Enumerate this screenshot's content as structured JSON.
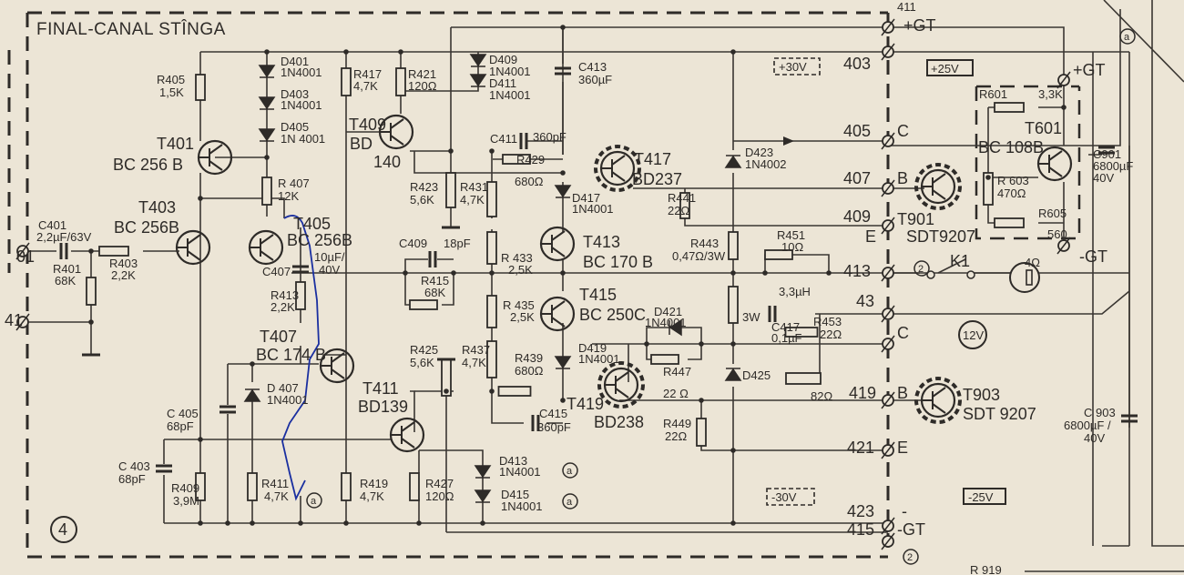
{
  "title": "FINAL-CANAL STÎNGA",
  "block_number": "4",
  "components": {
    "R405": {
      "ref": "R405",
      "value": "1,5K"
    },
    "D401": {
      "ref": "D401",
      "value": "1N4001"
    },
    "D403": {
      "ref": "D403",
      "value": "1N4001"
    },
    "D405": {
      "ref": "D405",
      "value": "1N 4001"
    },
    "R417": {
      "ref": "R417",
      "value": "4,7K"
    },
    "R421": {
      "ref": "R421",
      "value": "120Ω"
    },
    "D409": {
      "ref": "D409",
      "value": "1N4001"
    },
    "D411": {
      "ref": "D411",
      "value": "1N4001"
    },
    "C413": {
      "ref": "C413",
      "value": "360µF"
    },
    "T401": {
      "ref": "T401",
      "value": "BC 256 B"
    },
    "T409": {
      "ref": "T409",
      "value": "BD",
      "value2": "140"
    },
    "C411": {
      "ref": "C411",
      "value": "360pF"
    },
    "R429": {
      "ref": "R429",
      "value": "680Ω"
    },
    "T417": {
      "ref": "T417",
      "value": "BD237"
    },
    "D417": {
      "ref": "D417",
      "value": "1N4001"
    },
    "R423": {
      "ref": "R423",
      "value": "5,6K"
    },
    "R431": {
      "ref": "R431",
      "value": "4,7K"
    },
    "R407": {
      "ref": "R 407",
      "value": "12K"
    },
    "D423": {
      "ref": "D423",
      "value": "1N4002"
    },
    "R441": {
      "ref": "R441",
      "value": "22Ω"
    },
    "T403": {
      "ref": "T403",
      "value": "BC 256B"
    },
    "T405": {
      "ref": "T405",
      "value": "BC 256B"
    },
    "C401": {
      "ref": "C401",
      "value": "2,2µF/63V"
    },
    "R403": {
      "ref": "R403",
      "value": "2,2K"
    },
    "R401": {
      "ref": "R401",
      "value": "68K"
    },
    "C407": {
      "ref": "C407",
      "value": "10µF/",
      "value2": "40V"
    },
    "C409": {
      "ref": "C409",
      "value": "18pF"
    },
    "R415": {
      "ref": "R415",
      "value": "68K"
    },
    "R433": {
      "ref": "R 433",
      "value": "2,5K"
    },
    "T413": {
      "ref": "T413",
      "value": "BC 170 B"
    },
    "R443": {
      "ref": "R443",
      "value": "0,47Ω/3W"
    },
    "R451": {
      "ref": "R451",
      "value": "10Ω"
    },
    "L401": {
      "value": "3,3µH"
    },
    "R445": {
      "value": "3W"
    },
    "R413": {
      "ref": "R413",
      "value": "2,2K"
    },
    "R435": {
      "ref": "R 435",
      "value": "2,5K"
    },
    "T415": {
      "ref": "T415",
      "value": "BC 250C"
    },
    "D421": {
      "ref": "D421",
      "value": "1N4001"
    },
    "C417": {
      "ref": "C417",
      "value": "0,1µF"
    },
    "R453": {
      "ref": "R453",
      "value": "22Ω"
    },
    "T407": {
      "ref": "T407",
      "value": "BC 174 B"
    },
    "R425": {
      "ref": "R425",
      "value": "5,6K"
    },
    "R437": {
      "ref": "R437",
      "value": "4,7K"
    },
    "R439": {
      "ref": "R439",
      "value": "680Ω"
    },
    "D419": {
      "ref": "D419",
      "value": "1N4001"
    },
    "T419": {
      "ref": "T419",
      "value": "BD238"
    },
    "R447": {
      "ref": "R447",
      "value": "22 Ω"
    },
    "D425": {
      "ref": "D425"
    },
    "R455": {
      "value": "82Ω"
    },
    "D407": {
      "ref": "D 407",
      "value": "1N4001"
    },
    "T411": {
      "ref": "T411",
      "value": "BD139"
    },
    "C415": {
      "ref": "C415",
      "value": "360pF"
    },
    "R449": {
      "ref": "R449",
      "value": "22Ω"
    },
    "C405": {
      "ref": "C 405",
      "value": "68pF"
    },
    "C403": {
      "ref": "C 403",
      "value": "68pF"
    },
    "R409": {
      "ref": "R409",
      "value": "3,9M"
    },
    "R411": {
      "ref": "R411",
      "value": "4,7K"
    },
    "R419": {
      "ref": "R419",
      "value": "4,7K"
    },
    "R427": {
      "ref": "R427",
      "value": "120Ω"
    },
    "D413": {
      "ref": "D413",
      "value": "1N4001"
    },
    "D415": {
      "ref": "D415",
      "value": "1N4001"
    },
    "T901": {
      "ref": "T901",
      "value": "SDT9207"
    },
    "T903": {
      "ref": "T903",
      "value": "SDT 9207"
    },
    "R601": {
      "ref": "R601",
      "value": "3,3K"
    },
    "T601": {
      "ref": "T601",
      "value": "BC 108B"
    },
    "R603": {
      "ref": "R 603",
      "value": "470Ω"
    },
    "R605": {
      "ref": "R605",
      "value": "560"
    },
    "C901": {
      "ref": "C901",
      "value": "6800µF",
      "value2": "40V"
    },
    "C903": {
      "ref": "C 903",
      "value": "6800µF /",
      "value2": "40V"
    },
    "K1": {
      "ref": "K1"
    },
    "speaker": {
      "value": "4Ω"
    },
    "R919": {
      "ref": "R 919"
    }
  },
  "connectors": {
    "c401": "01",
    "c41": "41",
    "c411": "411",
    "c411_sig": "+GT",
    "c403": "403",
    "c405": "405",
    "c405_sig": "C",
    "c407": "407",
    "c407_sig": "B",
    "c409": "409",
    "c409_sig": "E",
    "c413": "413",
    "c43": "43",
    "c_c": "C",
    "c419": "419",
    "c419_sig": "B",
    "c421": "421",
    "c421_sig": "E",
    "c423": "423",
    "c423_sig": "-",
    "c415": "415",
    "c415_sig": "-GT",
    "gt_plus": "+GT",
    "gt_minus": "-GT"
  },
  "supplies": {
    "p30": "+30V",
    "p25": "+25V",
    "m30": "-30V",
    "m25": "-25V",
    "v12": "12V"
  },
  "markers": {
    "a": "a",
    "two": "2"
  }
}
